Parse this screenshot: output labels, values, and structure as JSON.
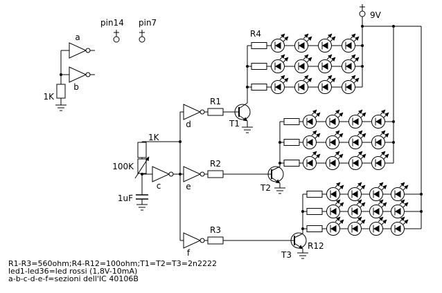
{
  "labels": {
    "pin14": "pin14",
    "pin7": "pin7",
    "gate_a": "a",
    "gate_b": "b",
    "gate_c": "c",
    "gate_d": "d",
    "gate_e": "e",
    "gate_f": "f",
    "r_bias": "1K",
    "r_osc": "1K",
    "pot": "100K",
    "cap": "1uF",
    "r1": "R1",
    "r2": "R2",
    "r3": "R3",
    "r4": "R4",
    "r12": "R12",
    "t1": "T1",
    "t2": "T2",
    "t3": "T3",
    "supply": "9V"
  },
  "notes": {
    "line1": "R1-R3=560ohm;R4-R12=100ohm;T1=T2=T3=2n2222",
    "line2": "led1-led36=led rossi (1,8V-10mA)",
    "line3": "a-b-c-d-e-f=sezioni dell'IC 40106B"
  },
  "colors": {
    "stroke": "#000000",
    "background": "#ffffff"
  }
}
